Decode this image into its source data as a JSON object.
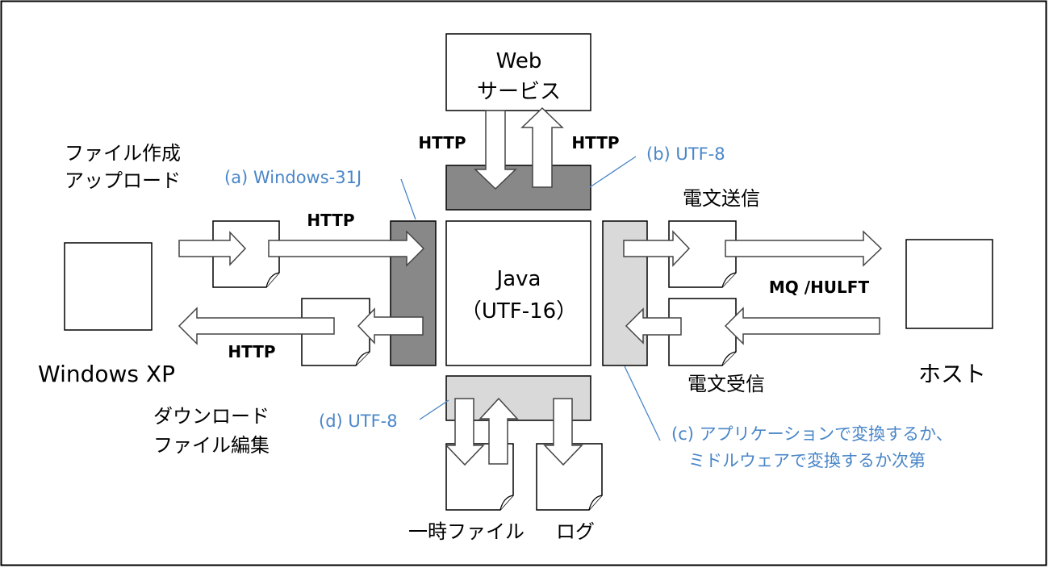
{
  "labels": {
    "web_line1": "Web",
    "web_line2": "サービス",
    "java_line1": "Java",
    "java_line2": "（UTF-16）",
    "windows_xp": "Windows XP",
    "host": "ホスト",
    "upload_line1": "ファイル作成",
    "upload_line2": "アップロード",
    "download_line1": "ダウンロード",
    "download_line2": "ファイル編集",
    "msg_send": "電文送信",
    "msg_recv": "電文受信",
    "tmp_file": "一時ファイル",
    "log": "ログ",
    "http_web_left": "HTTP",
    "http_web_right": "HTTP",
    "http_upload": "HTTP",
    "http_download": "HTTP",
    "mq_hulft": "MQ /HULFT"
  },
  "notes": {
    "a": "(a) Windows-31J",
    "b": "(b) UTF-8",
    "c_line1": "(c) アプリケーションで変換するか、",
    "c_line2": "ミドルウェアで変換するか次第",
    "d": "(d) UTF-8"
  },
  "colors": {
    "annotation": "#4a86c8",
    "dark_band": "#888888",
    "light_band": "#d9d9d9"
  }
}
